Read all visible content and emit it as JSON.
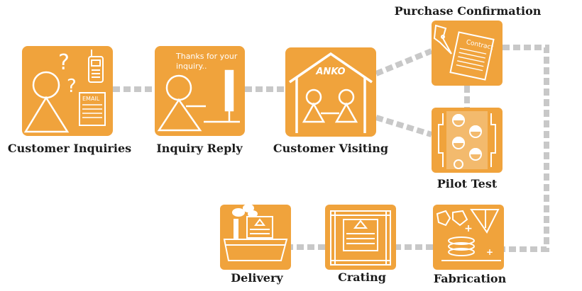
{
  "steps": {
    "inquiries": {
      "label": "Customer Inquiries",
      "email_text": "EMAIL"
    },
    "reply": {
      "label": "Inquiry Reply",
      "speech": "Thanks for your inquiry.."
    },
    "visiting": {
      "label": "Customer Visiting",
      "logo": "ANKO"
    },
    "purchase": {
      "label": "Purchase Confirmation",
      "doc_text": "Contract"
    },
    "pilot": {
      "label": "Pilot Test"
    },
    "fabrication": {
      "label": "Fabrication"
    },
    "crating": {
      "label": "Crating"
    },
    "delivery": {
      "label": "Delivery"
    }
  },
  "colors": {
    "tile": "#f0a33c",
    "connector": "#c8c8c8",
    "ink": "#ffffff",
    "text": "#1c1c1c"
  }
}
